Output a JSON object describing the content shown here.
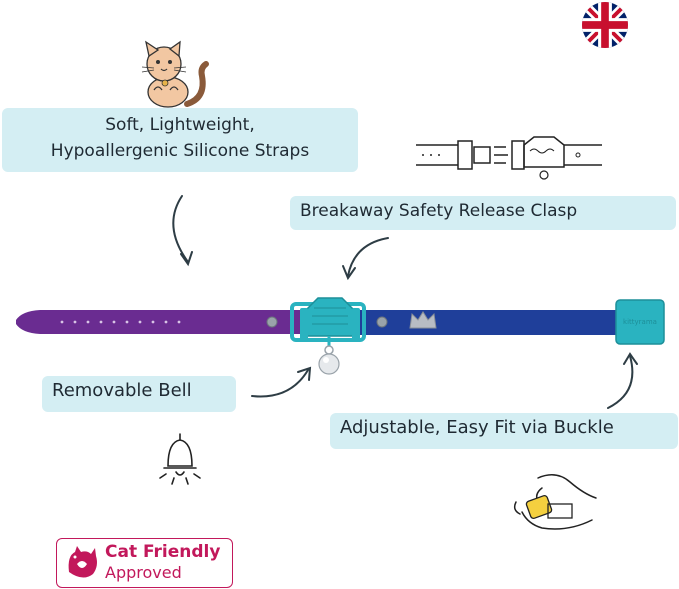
{
  "labels": {
    "straps_line1": "Soft, Lightweight,",
    "straps_line2": "Hypoallergenic Silicone Straps",
    "clasp": "Breakaway Safety Release Clasp",
    "bell": "Removable Bell",
    "buckle": "Adjustable, Easy Fit via Buckle"
  },
  "badge": {
    "line1": "Cat Friendly",
    "line2": "Approved"
  },
  "buckle_brand": "kittyrama",
  "colors": {
    "callout_bg": "#d4eef3",
    "strap_purple": "#6a2c91",
    "strap_blue": "#1f3f9a",
    "clasp_teal": "#2ab3c0",
    "badge_magenta": "#c2185b"
  },
  "icons": [
    "uk-flag-icon",
    "cat-illustration-icon",
    "clasp-diagram-icon",
    "bell-icon",
    "hand-buckle-icon",
    "cat-friendly-logo-icon",
    "arrow-icon"
  ]
}
